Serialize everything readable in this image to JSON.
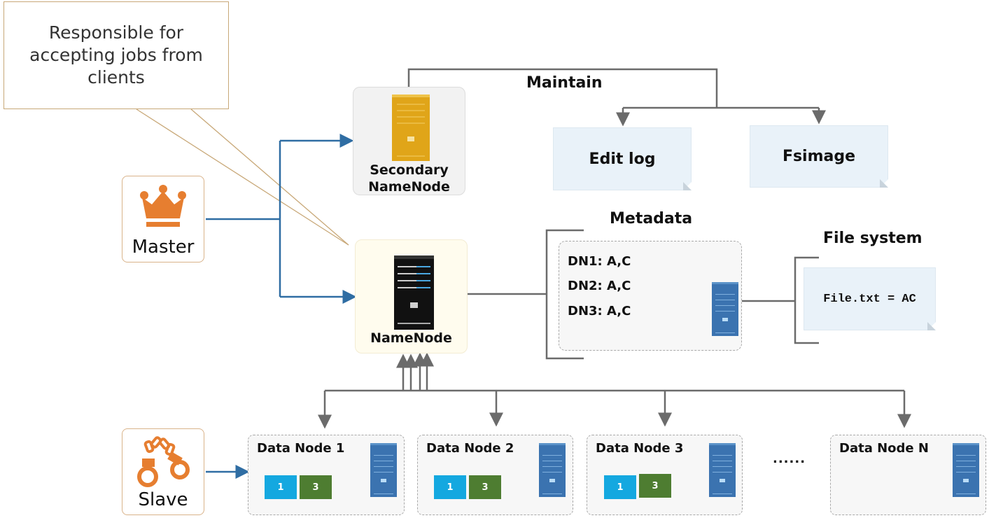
{
  "callout": {
    "text": "Responsible for accepting jobs from clients",
    "border_color": "#c8a878"
  },
  "roles": {
    "master": {
      "label": "Master",
      "icon": "crown-icon",
      "icon_color": "#e67e30"
    },
    "slave": {
      "label": "Slave",
      "icon": "handcuffs-icon",
      "icon_color": "#e67e30"
    }
  },
  "secondary_namenode": {
    "label_line1": "Secondary",
    "label_line2": "NameNode",
    "icon": "server-gold-icon",
    "icon_color": "#e0a519"
  },
  "namenode": {
    "label": "NameNode",
    "icon": "server-black-icon",
    "icon_color": "#111111"
  },
  "maintain": {
    "heading": "Maintain",
    "items": [
      {
        "label": "Edit log"
      },
      {
        "label": "Fsimage"
      }
    ]
  },
  "metadata": {
    "heading": "Metadata",
    "lines": [
      "DN1: A,C",
      "DN2: A,C",
      "DN3: A,C"
    ],
    "icon": "server-blue-icon"
  },
  "file_system": {
    "heading": "File system",
    "entry": "File.txt = AC"
  },
  "data_nodes": [
    {
      "title": "Data Node 1",
      "blocks": [
        "1",
        "3"
      ]
    },
    {
      "title": "Data Node 2",
      "blocks": [
        "1",
        "3"
      ]
    },
    {
      "title": "Data Node 3",
      "blocks": [
        "1",
        "3"
      ]
    },
    {
      "title": "Data Node N",
      "blocks": []
    }
  ],
  "ellipsis": "......",
  "colors": {
    "block_1": "#14a8e0",
    "block_3": "#4e7d31",
    "master_link": "#2f6da3",
    "connector": "#6b6b6b",
    "server_blue": "#3b73b0"
  }
}
